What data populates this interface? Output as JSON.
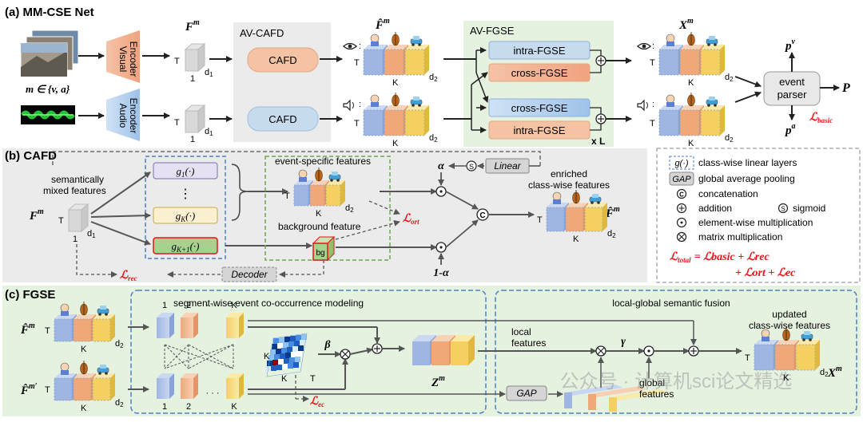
{
  "panel_a": {
    "title": "(a) MM-CSE Net",
    "modality_set": "m ∈ {v, a}",
    "visual_encoder": [
      "Visual",
      "Encoder"
    ],
    "audio_encoder": [
      "Audio",
      "Encoder"
    ],
    "feature_label": "F",
    "feature_sup": "m",
    "dim_T": "T",
    "dim_1": "1",
    "dim_d1": "d",
    "dim_d1_sub": "1",
    "av_cafd_label": "AV-CAFD",
    "cafd": "CAFD",
    "fhat_label": "F̂",
    "fhat_sup": "m",
    "av_fgse_label": "AV-FGSE",
    "intra_fgse": "intra-FGSE",
    "cross_fgse": "cross-FGSE",
    "xL": "x L",
    "xm_label": "X",
    "xm_sup": "m",
    "dim_K": "K",
    "dim_d2": "d",
    "dim_d2_sub": "2",
    "event_parser": [
      "event",
      "parser"
    ],
    "p_v": "p",
    "p_v_sup": "v",
    "p_a": "p",
    "p_a_sup": "a",
    "P": "P",
    "l_basic": "ℒ",
    "l_basic_sub": "basic"
  },
  "panel_b": {
    "title": "(b) CAFD",
    "semantic_mixed": [
      "semantically",
      "mixed features"
    ],
    "g1": "g",
    "g1_sub": "1",
    "g_arg": "(·)",
    "gK": "g",
    "gK_sub": "K",
    "gK1": "g",
    "gK1_sub": "K+1",
    "vdots": "⋮",
    "event_specific": "event-specific features",
    "background_feature": "background feature",
    "bg": "bg",
    "alpha": "α",
    "one_minus_alpha": "1-α",
    "linear": "Linear",
    "sigmoid_sym": "S",
    "l_ort": "ℒ",
    "l_ort_sub": "ort",
    "l_rec": "ℒ",
    "l_rec_sub": "rec",
    "decoder": "Decoder",
    "enriched": [
      "enriched",
      "class-wise features"
    ]
  },
  "legend": {
    "g_label": "g(·)",
    "g_text": "class-wise linear layers",
    "gap_label": "GAP",
    "gap_text": "global average pooling",
    "concat_sym": "C",
    "concat_text": "concatenation",
    "add_text": "addition",
    "sigmoid_sym": "S",
    "sigmoid_text": "sigmoid",
    "elem_text": "element-wise multiplication",
    "matrix_text": "matrix multiplication",
    "total_line1": "ℒ",
    "total_sub": "total",
    "eq_line1": "= ℒbasic + ℒrec",
    "eq_line2": "+ ℒort + ℒec"
  },
  "panel_c": {
    "title": "(c) FGSE",
    "seg_title": "segment-wise event co-occurrence modeling",
    "fusion_title": "local-global semantic fusion",
    "fm_prime": "F̂",
    "fm_prime_sup": "m′",
    "idx": [
      "1",
      "2",
      "· · ·",
      "K"
    ],
    "beta": "β",
    "gamma": "γ",
    "zm": "Z",
    "zm_sup": "m",
    "l_ec": "ℒ",
    "l_ec_sub": "ec",
    "local_features": [
      "local",
      "features"
    ],
    "global_features": [
      "global",
      "features"
    ],
    "gap": "GAP",
    "updated": [
      "updated",
      "class-wise features"
    ]
  },
  "watermark": "公众号 · 计算机sci论文精选",
  "colors": {
    "red": "#e8141b",
    "blue_block": "#a9bde6",
    "orange_block": "#f2b48a",
    "yellow_block": "#f7dc7a",
    "cafd_fill": "#f4c3a3",
    "cafd_blue": "#c7dbef",
    "fgse_bg": "#e6f2e0",
    "cafd_bg": "#ebebeb"
  }
}
